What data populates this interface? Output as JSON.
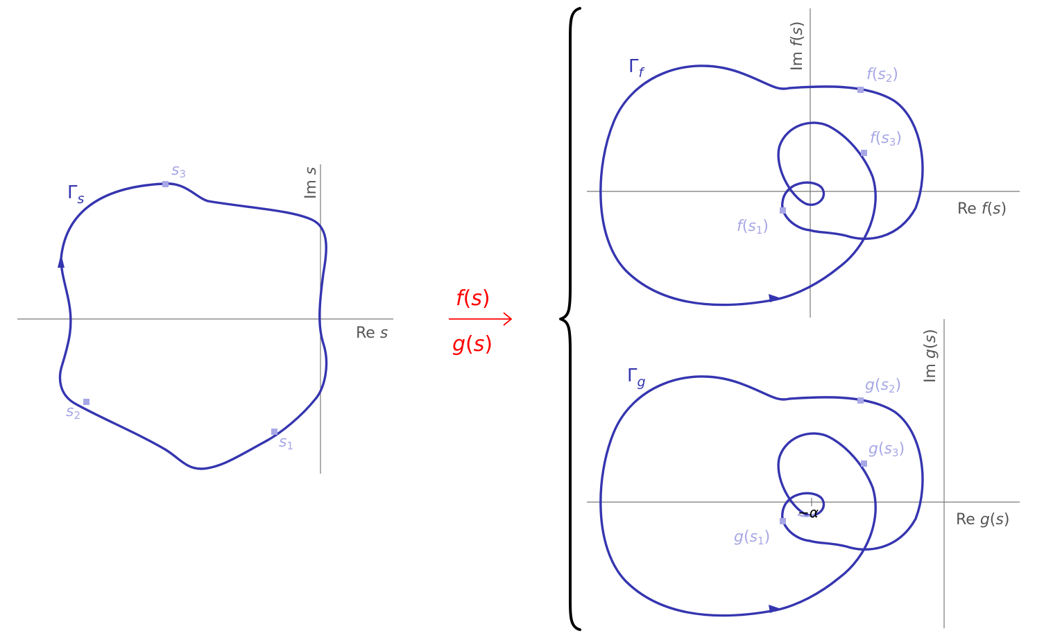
{
  "s_plane": {
    "contour_label": "Γs",
    "axis_re": "Re s",
    "axis_im": "Im s",
    "points": [
      "s1",
      "s2",
      "s3"
    ]
  },
  "mapping": {
    "top": "f(s)",
    "bottom": "g(s)",
    "color": "#ff0000"
  },
  "f_plane": {
    "contour_label": "Γf",
    "axis_re": "Re f(s)",
    "axis_im": "Im f(s)",
    "points": [
      "f(s1)",
      "f(s2)",
      "f(s3)"
    ]
  },
  "g_plane": {
    "contour_label": "Γg",
    "axis_re": "Re g(s)",
    "axis_im": "Im g(s)",
    "points": [
      "g(s1)",
      "g(s2)",
      "g(s3)"
    ],
    "offset_label": "−α"
  },
  "colors": {
    "contour": "#3535b0",
    "point": "#a7a7e6",
    "axis": "#777777"
  }
}
